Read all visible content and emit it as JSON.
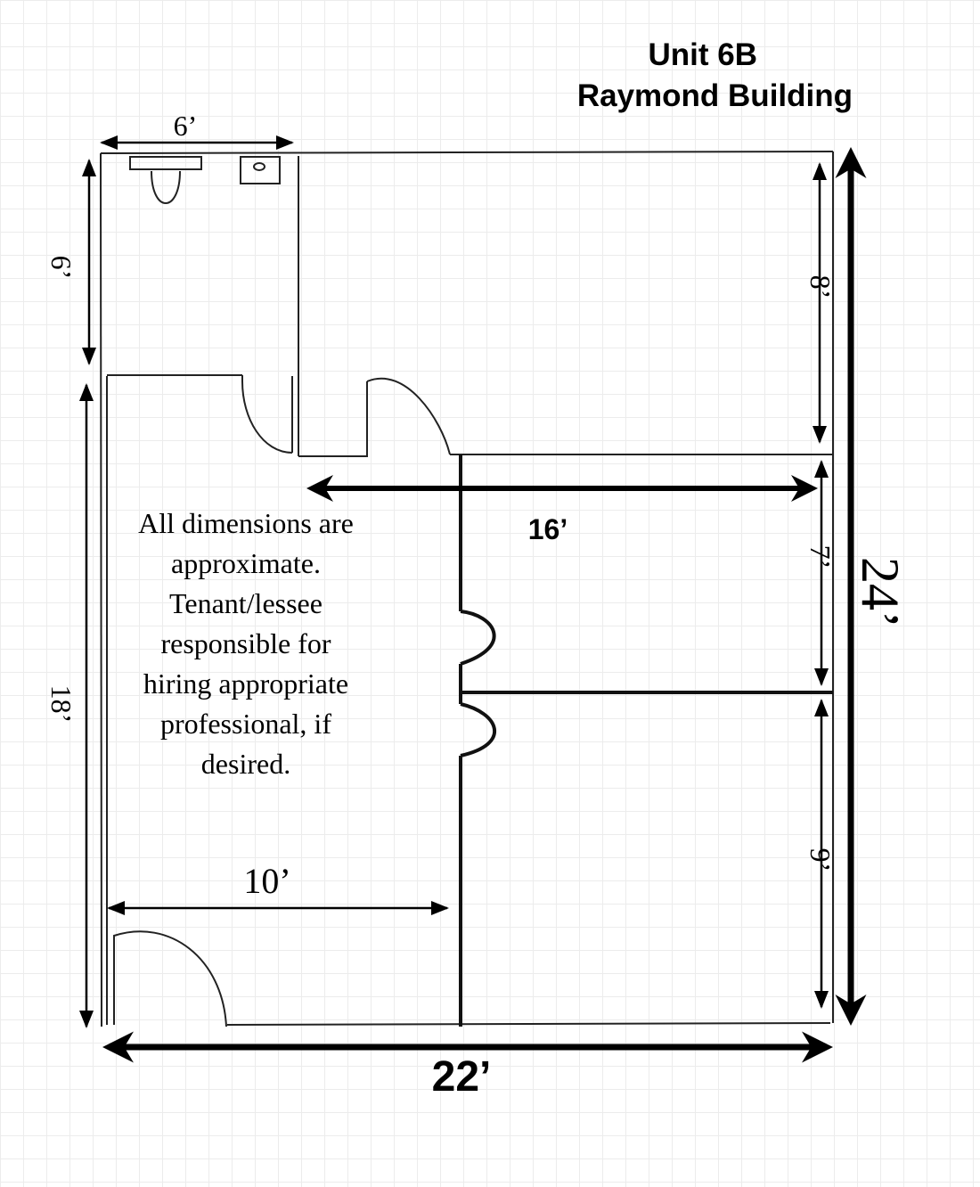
{
  "header": {
    "unit": "Unit 6B",
    "building": "Raymond Building"
  },
  "note": "All dimensions are approximate. Tenant/lessee responsible for hiring appropriate professional, if desired.",
  "dimensions": {
    "bathroom_width": "6’",
    "bathroom_depth": "6’",
    "left_depth": "18’",
    "office_width": "16’",
    "room_top_depth": "8’",
    "room_middle_depth": "7’",
    "room_bottom_depth": "9’",
    "front_width": "10’",
    "total_depth": "24’",
    "total_width": "22’"
  }
}
